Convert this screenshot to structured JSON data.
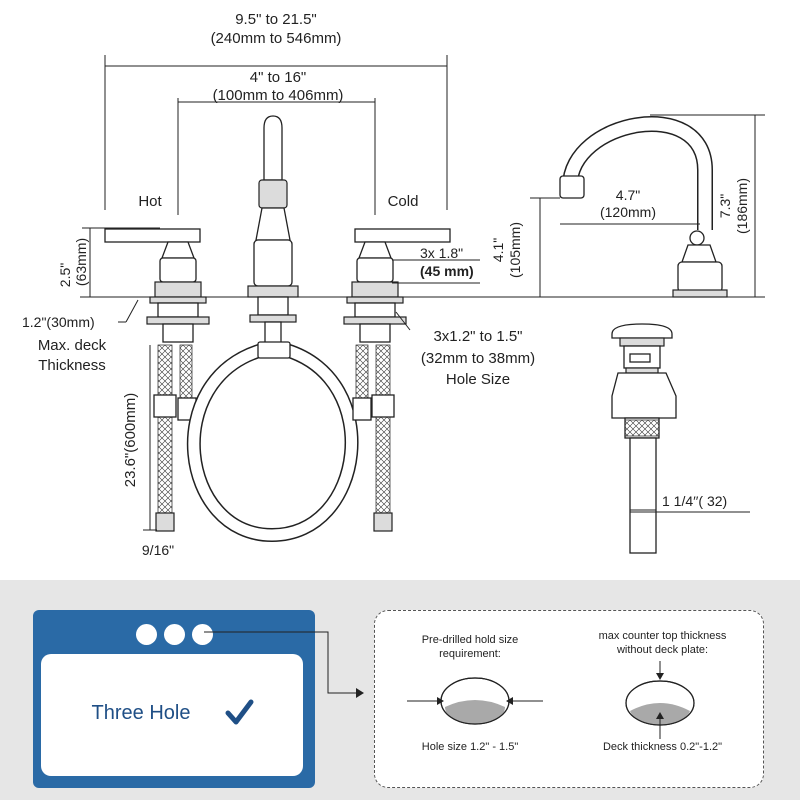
{
  "dimensions": {
    "total_span": "9.5\" to 21.5\"",
    "total_span_mm": "(240mm to 546mm)",
    "center_span": "4\" to 16\"",
    "center_span_mm": "(100mm to 406mm)",
    "hot_label": "Hot",
    "cold_label": "Cold",
    "handle_height": "2.5\"",
    "handle_height_mm": "(63mm)",
    "deck_thickness": "1.2\"(30mm)",
    "deck_thickness_caption_1": "Max. deck",
    "deck_thickness_caption_2": "Thickness",
    "handle_hole": "3x 1.8\"",
    "handle_hole_mm": "(45 mm)",
    "hole_size": "3x1.2\" to 1.5\"",
    "hole_size_mm": "(32mm to 38mm)",
    "hole_size_caption": "Hole Size",
    "hose_length": "23.6\"(600mm)",
    "hose_thread": "9/16\"",
    "spout_reach": "4.7\"",
    "spout_reach_mm": "(120mm)",
    "spout_clearance": "4.1\"",
    "spout_clearance_mm": "(105mm)",
    "spout_height": "7.3\"",
    "spout_height_mm": "(186mm)",
    "drain_size": "1 1/4′′( 32)"
  },
  "install_info": {
    "card_label": "Three Hole",
    "hole_note_line1": "Pre-drilled hold size",
    "hole_note_line2": "requirement:",
    "hole_size_caption": "Hole size 1.2\" - 1.5\"",
    "counter_note_line1": "max counter top thickness",
    "counter_note_line2": "without deck plate:",
    "deck_caption": "Deck thickness 0.2\"-1.2\""
  },
  "colors": {
    "card_blue": "#2a6aa6",
    "label_blue": "#1f4f86",
    "panel_gray": "#e6e6e6"
  },
  "icons": [
    "check-icon",
    "arrow-icon"
  ]
}
